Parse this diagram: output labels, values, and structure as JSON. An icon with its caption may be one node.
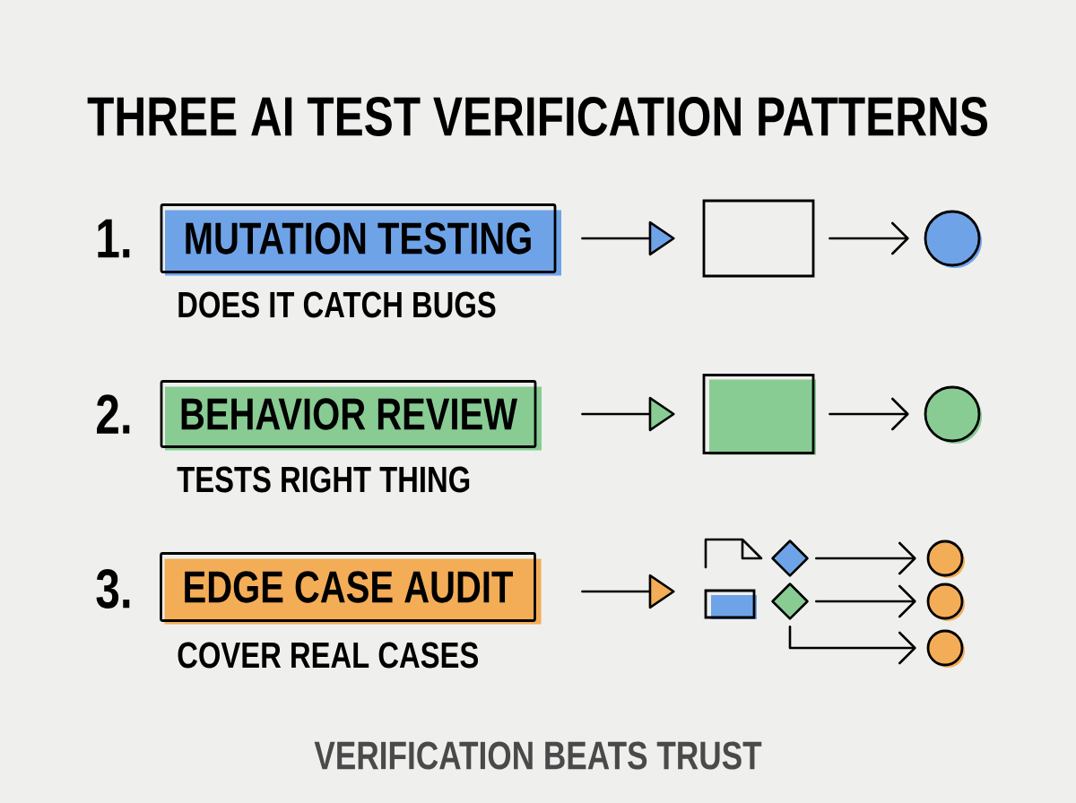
{
  "diagram": {
    "title": "THREE AI TEST VERIFICATION PATTERNS",
    "nodes": [
      {
        "text": [
          "MUTATION TESTING"
        ],
        "beside": [
          "DOES IT CATCH BUGS"
        ]
      },
      {
        "text": [],
        "shape": "box"
      },
      {
        "text": [],
        "shape": "circle"
      },
      {
        "text": [
          "BEHAVIOR REVIEW"
        ],
        "beside": [
          "TESTS RIGHT THING"
        ]
      },
      {
        "text": [],
        "shape": "box"
      },
      {
        "text": [],
        "shape": "circle"
      },
      {
        "text": [
          "EDGE CASE AUDIT"
        ],
        "beside": [
          "COVER REAL CASES"
        ]
      },
      {
        "text": [],
        "shape": "document"
      },
      {
        "text": [],
        "shape": "box"
      },
      {
        "text": [],
        "shape": "diamond"
      },
      {
        "text": [],
        "shape": "diamond"
      },
      {
        "text": [],
        "shape": "circle"
      },
      {
        "text": [],
        "shape": "circle"
      },
      {
        "text": [],
        "shape": "circle"
      }
    ],
    "edges": [
      {
        "from": 0,
        "to": 1,
        "arrow": "to"
      },
      {
        "from": 1,
        "to": 2,
        "arrow": "to"
      },
      {
        "from": 3,
        "to": 4,
        "arrow": "to"
      },
      {
        "from": 4,
        "to": 5,
        "arrow": "to"
      },
      {
        "from": 6,
        "to": 8,
        "arrow": "to"
      },
      {
        "from": 9,
        "to": 11,
        "arrow": "to"
      },
      {
        "from": 10,
        "to": 12,
        "arrow": "to"
      },
      {
        "from": 10,
        "to": 13,
        "arrow": "to"
      }
    ],
    "labels": [
      "1.",
      "2.",
      "3."
    ],
    "caption": "VERIFICATION BEATS TRUST"
  }
}
